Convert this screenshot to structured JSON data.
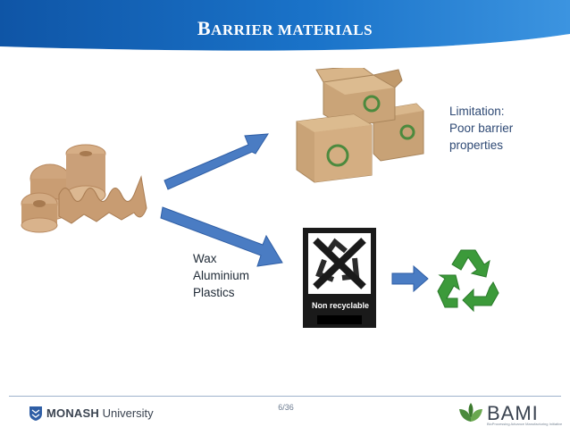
{
  "slide": {
    "title_first": "B",
    "title_rest": "ARRIER MATERIALS",
    "limitation_lines": [
      "Limitation:",
      "Poor barrier",
      "properties"
    ],
    "materials_lines": [
      "Wax",
      "Aluminium",
      "Plastics"
    ],
    "non_recyclable_label": "Non recyclable",
    "page_number": "6/36"
  },
  "footer": {
    "monash_bold": "MONASH",
    "monash_regular": " University",
    "bami_name": "BAMI",
    "bami_tagline": "BioProcessing Advance Manufacturing Initiative"
  },
  "colors": {
    "header_blue": "#1565b8",
    "arrow_blue": "#4a7cc3",
    "note_text": "#2f4a75",
    "recycle_green": "#3c9a3a"
  }
}
